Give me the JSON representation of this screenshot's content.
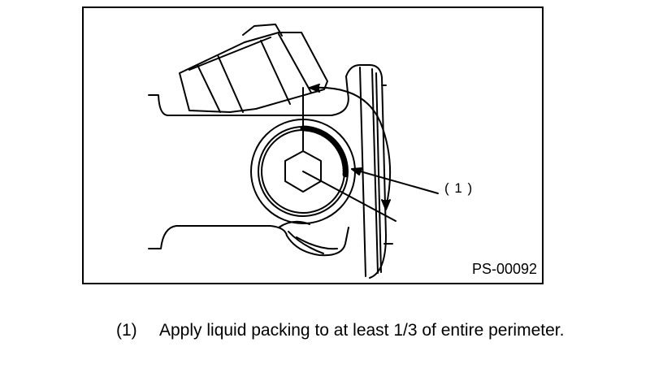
{
  "figure": {
    "id": "PS-00092",
    "callout_label": "( 1 )"
  },
  "legend": {
    "items": [
      {
        "number": "(1)",
        "text": "Apply liquid packing to at least 1/3 of entire perimeter."
      }
    ]
  }
}
